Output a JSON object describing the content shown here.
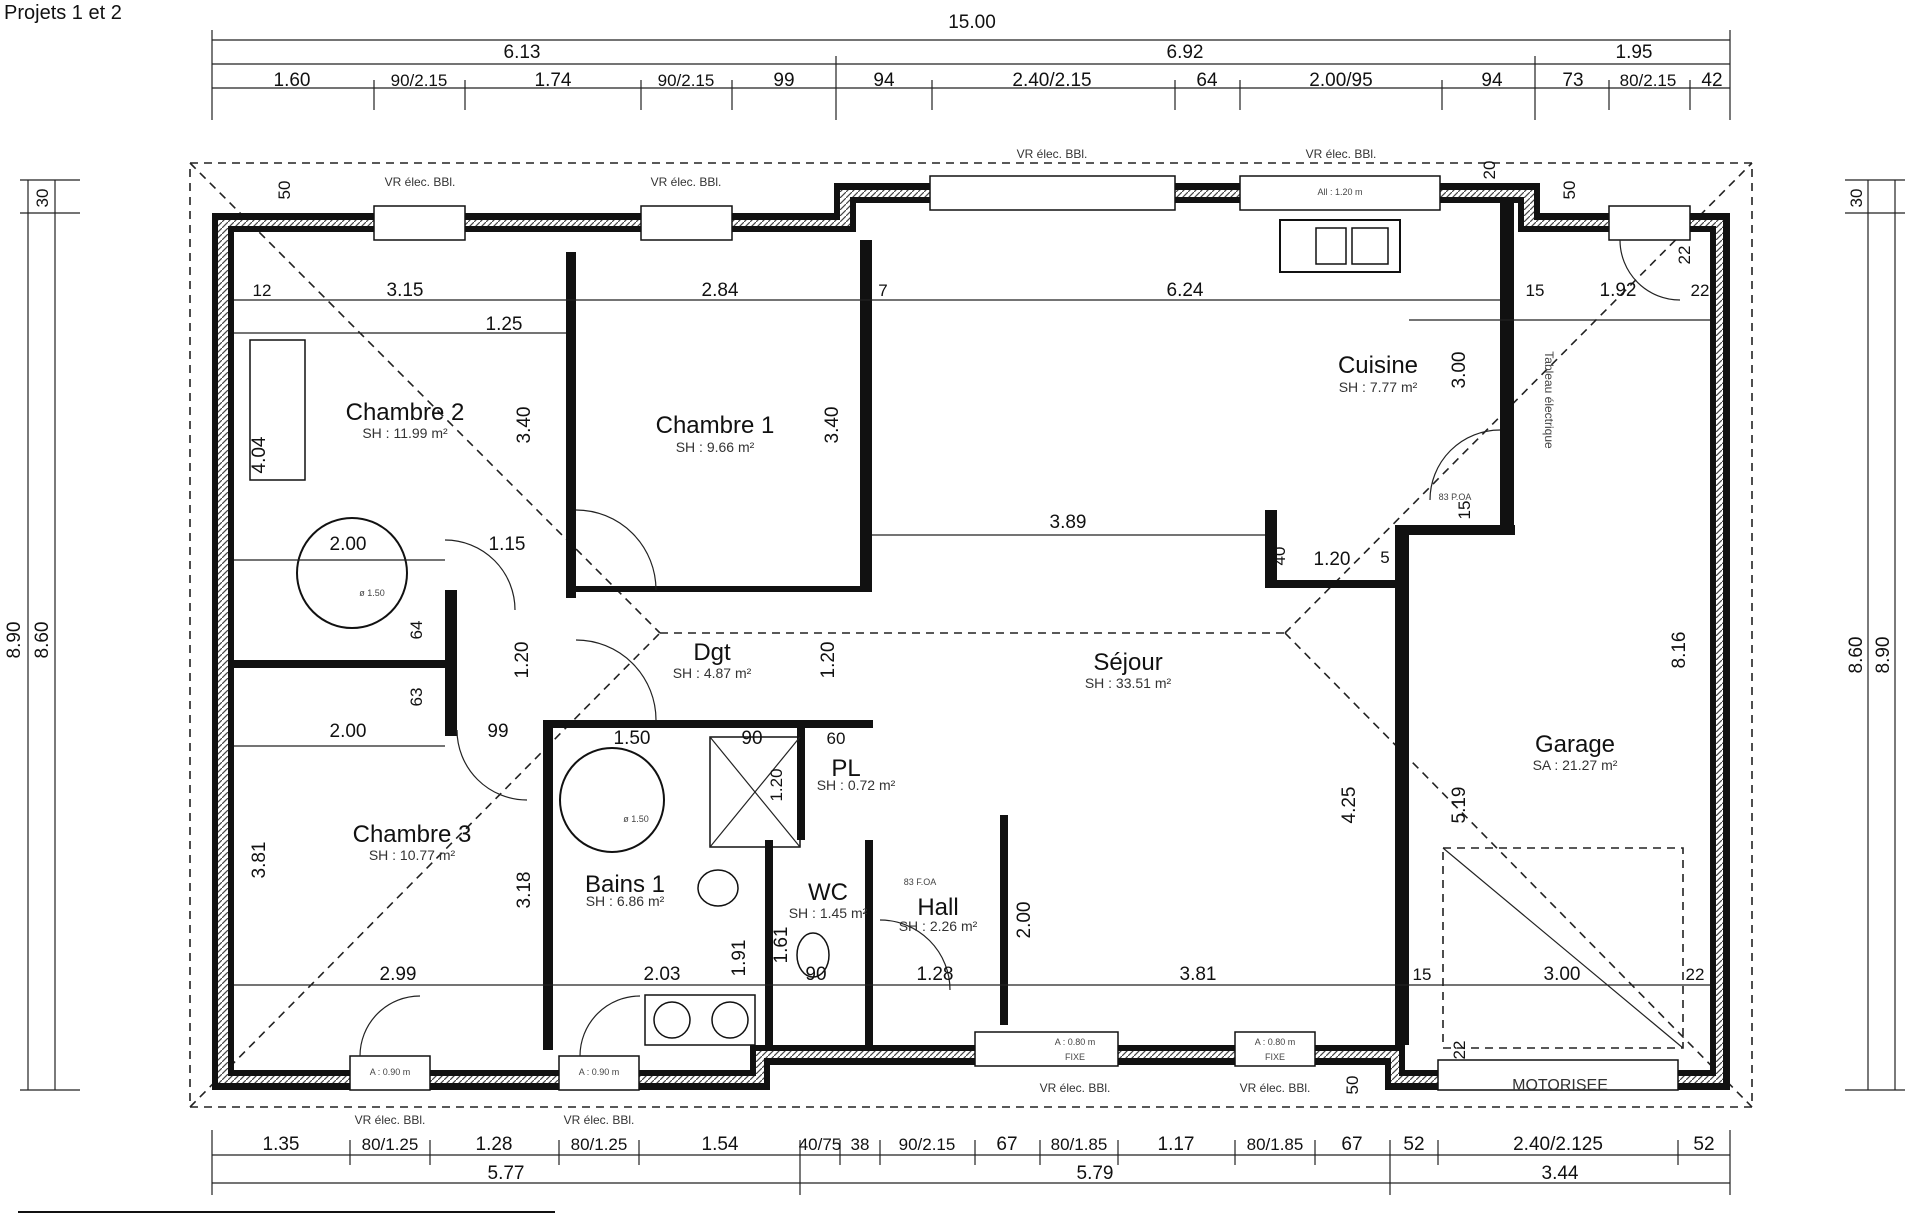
{
  "title": "Projets 1 et 2",
  "top_dims": {
    "total": "15.00",
    "row2": [
      "6.13",
      "6.92",
      "1.95"
    ],
    "row3": [
      "1.60",
      "90/2.15",
      "1.74",
      "90/2.15",
      "99",
      "94",
      "2.40/2.15",
      "64",
      "2.00/95",
      "94",
      "73",
      "80/2.15",
      "42"
    ]
  },
  "bottom_dims": {
    "row1": [
      "1.35",
      "80/1.25",
      "1.28",
      "80/1.25",
      "1.54",
      "40/75",
      "38",
      "90/2.15",
      "67",
      "80/1.85",
      "1.17",
      "80/1.85",
      "67",
      "52",
      "2.40/2.125",
      "52"
    ],
    "row2": [
      "5.77",
      "5.79",
      "3.44"
    ]
  },
  "left_dims": [
    "8.90",
    "8.60",
    "30"
  ],
  "right_dims": [
    "8.60",
    "8.90",
    "30"
  ],
  "window_labels": {
    "vr": "VR élec. BBl.",
    "fixe": "FIXE",
    "motorisee": "MOTORISEE",
    "all120": "All : 1.20 m",
    "a90": "A : 0.90 m",
    "a80": "A : 0.80 m",
    "pfoa": "83 P.OA",
    "pfoa2": "83 F.OA",
    "tableau": "Tableau électrique",
    "circle": "ø 1.50"
  },
  "rooms": {
    "chambre2": {
      "name": "Chambre 2",
      "area": "SH : 11.99 m²"
    },
    "chambre1": {
      "name": "Chambre 1",
      "area": "SH : 9.66 m²"
    },
    "cuisine": {
      "name": "Cuisine",
      "area": "SH : 7.77 m²"
    },
    "dgt": {
      "name": "Dgt",
      "area": "SH : 4.87 m²"
    },
    "sejour": {
      "name": "Séjour",
      "area": "SH : 33.51 m²"
    },
    "garage": {
      "name": "Garage",
      "area": "SA : 21.27 m²"
    },
    "pl": {
      "name": "PL",
      "area": "SH : 0.72 m²"
    },
    "chambre3": {
      "name": "Chambre 3",
      "area": "SH : 10.77 m²"
    },
    "bains": {
      "name": "Bains 1",
      "area": "SH : 6.86 m²"
    },
    "wc": {
      "name": "WC",
      "area": "SH : 1.45 m²"
    },
    "hall": {
      "name": "Hall",
      "area": "SH : 2.26 m²"
    }
  },
  "interior_dims": {
    "d_3_15": "3.15",
    "d_2_84": "2.84",
    "d_6_24": "6.24",
    "d_1_25": "1.25",
    "d_1_92": "1.92",
    "d_3_40a": "3.40",
    "d_3_40b": "3.40",
    "d_3_00": "3.00",
    "d_4_04": "4.04",
    "d_2_00a": "2.00",
    "d_1_15": "1.15",
    "d_3_89": "3.89",
    "d_1_20a": "1.20",
    "d_40": "40",
    "d_5": "5",
    "d_64": "64",
    "d_1_20b": "1.20",
    "d_1_20c": "1.20",
    "d_63": "63",
    "d_2_00b": "2.00",
    "d_99": "99",
    "d_1_50": "1.50",
    "d_90a": "90",
    "d_7_60": "60",
    "d_1_20d": "1.20",
    "d_8_16": "8.16",
    "d_5_19": "5.19",
    "d_4_25": "4.25",
    "d_3_81a": "3.81",
    "d_3_18": "3.18",
    "d_2_00c": "2.00",
    "d_1_61": "1.61",
    "d_1_91": "1.91",
    "d_2_03": "2.03",
    "d_90b": "90",
    "d_1_28": "1.28",
    "d_3_81b": "3.81",
    "d_2_99": "2.99",
    "d_3_00b": "3.00",
    "d_50a": "50",
    "d_50b": "50",
    "d_50c": "50",
    "d_15a": "15",
    "d_15b": "15",
    "d_15c": "15",
    "d_22a": "22",
    "d_22b": "22",
    "d_22c": "22",
    "d_22d": "22",
    "d_7": "7",
    "d_12": "12",
    "d_20": "20"
  }
}
